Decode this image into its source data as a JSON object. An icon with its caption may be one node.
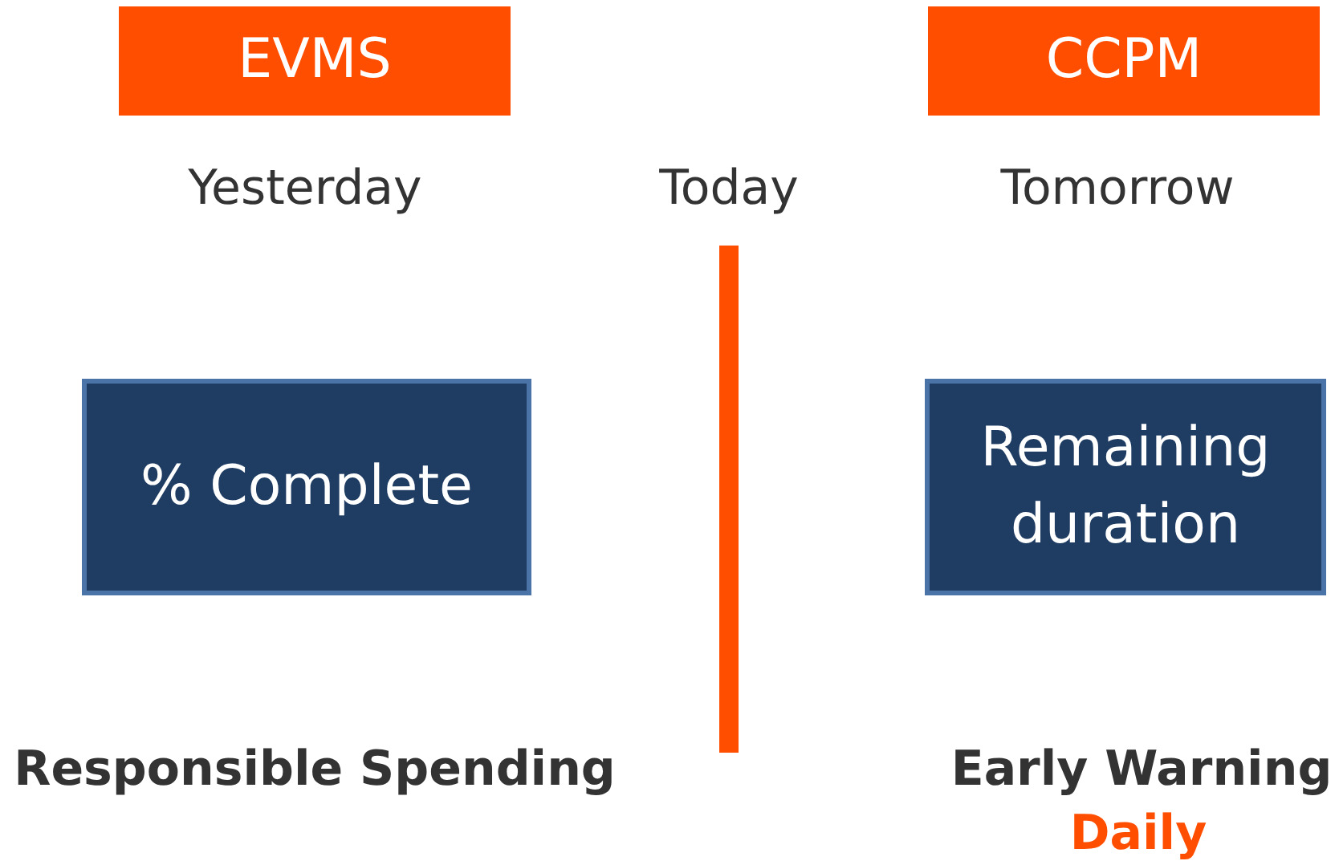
{
  "diagram": {
    "nodes": [
      {
        "text": [
          "EVMS"
        ]
      },
      {
        "text": [
          "CCPM"
        ]
      },
      {
        "text": [
          "% Complete"
        ]
      },
      {
        "text": [
          "Remaining duration"
        ]
      }
    ],
    "labels": [
      "Yesterday",
      "Today",
      "Tomorrow",
      "Responsible Spending",
      "Early Warning",
      "Daily"
    ]
  }
}
